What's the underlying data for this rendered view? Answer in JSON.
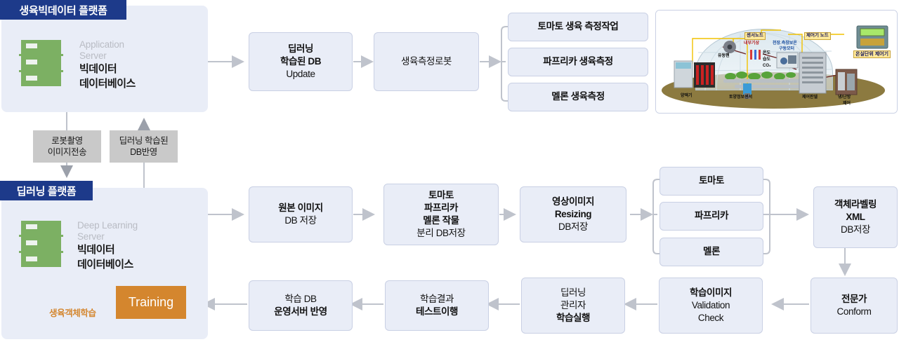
{
  "platforms": [
    {
      "id": "bigdata",
      "header": "생육빅데이터 플랫폼",
      "server_sub": "Application\nServer",
      "server_sub_line1": "Application",
      "server_sub_line2": "Server",
      "server_main_line1": "빅데이터",
      "server_main_line2": "데이터베이스"
    },
    {
      "id": "deeplearning",
      "header": "딥러닝 플랫폼",
      "server_sub_line1": "Deep Learning",
      "server_sub_line2": "Server",
      "server_main_line1": "빅데이터",
      "server_main_line2": "데이터베이스",
      "training_label": "Training",
      "training_caption": "생육객체학습"
    }
  ],
  "notes": [
    {
      "id": "robot-capture",
      "line1": "로봇촬영",
      "line2": "이미지전송"
    },
    {
      "id": "db-reflect",
      "line1": "딥러닝 학습된",
      "line2": "DB반영"
    }
  ],
  "top_flow": [
    {
      "id": "deep-db-update",
      "lines": [
        {
          "text": "딥러닝",
          "bold": true
        },
        {
          "text": "학습된 DB",
          "bold": true
        },
        {
          "text": "Update",
          "bold": false
        }
      ]
    },
    {
      "id": "growth-robot",
      "lines": [
        {
          "text": "생육측정로봇",
          "bold": false
        }
      ]
    }
  ],
  "measure_tasks": [
    {
      "id": "tomato-measure",
      "text": "토마토 생육 측정작업"
    },
    {
      "id": "paprika-measure",
      "text": "파프리카 생육측정"
    },
    {
      "id": "melon-measure",
      "text": "멜론 생육측정"
    }
  ],
  "mid_flow": [
    {
      "id": "origin-image-db",
      "lines": [
        {
          "text": "원본 이미지",
          "bold": true
        },
        {
          "text": "DB 저장",
          "bold": false
        }
      ]
    },
    {
      "id": "crop-split-db",
      "lines": [
        {
          "text": "토마토",
          "bold": true
        },
        {
          "text": "파프리카",
          "bold": true
        },
        {
          "text": "멜론 작물",
          "bold": true,
          "mixed": true,
          "bold_part": "멜론",
          "normal_part": " 작물"
        },
        {
          "text": "분리 DB저장",
          "bold": false
        }
      ]
    },
    {
      "id": "image-resizing",
      "lines": [
        {
          "text": "영상이미지",
          "bold": true
        },
        {
          "text": "Resizing",
          "bold": true
        },
        {
          "text": "DB저장",
          "bold": false
        }
      ]
    }
  ],
  "crop_types": [
    {
      "id": "crop-tomato",
      "text": "토마토"
    },
    {
      "id": "crop-paprika",
      "text": "파프리카"
    },
    {
      "id": "crop-melon",
      "text": "멜론"
    }
  ],
  "labeling_box": {
    "id": "object-labeling-xml",
    "lines": [
      {
        "text": "객체라벨링",
        "bold": true
      },
      {
        "text": "XML",
        "bold": true
      },
      {
        "text": "DB저장",
        "bold": false
      }
    ]
  },
  "bottom_flow": [
    {
      "id": "train-db-deploy",
      "lines": [
        {
          "text": "학습 DB",
          "bold": false
        },
        {
          "text": "운영서버 반영",
          "bold": true
        }
      ]
    },
    {
      "id": "train-result-test",
      "lines": [
        {
          "text": "학습결과",
          "bold": false
        },
        {
          "text": "테스트이행",
          "bold": true
        }
      ]
    },
    {
      "id": "deep-admin-train",
      "lines": [
        {
          "text": "딥러닝",
          "bold": false
        },
        {
          "text": "관리자",
          "bold": false
        },
        {
          "text": "학습실행",
          "bold": true
        }
      ]
    },
    {
      "id": "train-image-validation",
      "lines": [
        {
          "text": "학습이미지",
          "bold": true
        },
        {
          "text": "Validation",
          "bold": false
        },
        {
          "text": "Check",
          "bold": false
        }
      ]
    },
    {
      "id": "expert-conform",
      "lines": [
        {
          "text": "전문가",
          "bold": true
        },
        {
          "text": "Conform",
          "bold": false
        }
      ]
    }
  ],
  "greenhouse": {
    "title": "smart greenhouse diagram",
    "labels": [
      {
        "id": "sensor-node",
        "text": "센서노드"
      },
      {
        "id": "controller-node",
        "text": "제어기 노드"
      },
      {
        "id": "greenhouse-unit-controller",
        "text": "온실단위 제어기"
      }
    ],
    "texts": [
      {
        "id": "internal-weather",
        "text": "내부기상"
      },
      {
        "id": "ceiling-side-insulation",
        "text": "천장.측창보온"
      },
      {
        "id": "drive-motor",
        "text": "구동모터"
      },
      {
        "id": "temperature",
        "text": "온도"
      },
      {
        "id": "humidity",
        "text": "습도"
      },
      {
        "id": "co2",
        "text": "CO₂"
      },
      {
        "id": "circulation-fan",
        "text": "유동팬"
      },
      {
        "id": "nutrient-machine",
        "text": "양액기"
      },
      {
        "id": "soil-info-sensor",
        "text": "토양정보센서"
      },
      {
        "id": "control-panel",
        "text": "제어판넬"
      },
      {
        "id": "cooling-heating-control-1",
        "text": "냉/난방"
      },
      {
        "id": "cooling-heating-control-2",
        "text": "제어"
      }
    ]
  },
  "colors": {
    "header_navy": "#1d3a8a",
    "box_fill": "#e9edf7",
    "box_border": "#c9d0e4",
    "note_gray": "#c9c9c9",
    "training_orange": "#d4862e",
    "server_green": "#7cb063",
    "connector_gray": "#bfc3cc",
    "connector_dark": "#4a5a66"
  }
}
